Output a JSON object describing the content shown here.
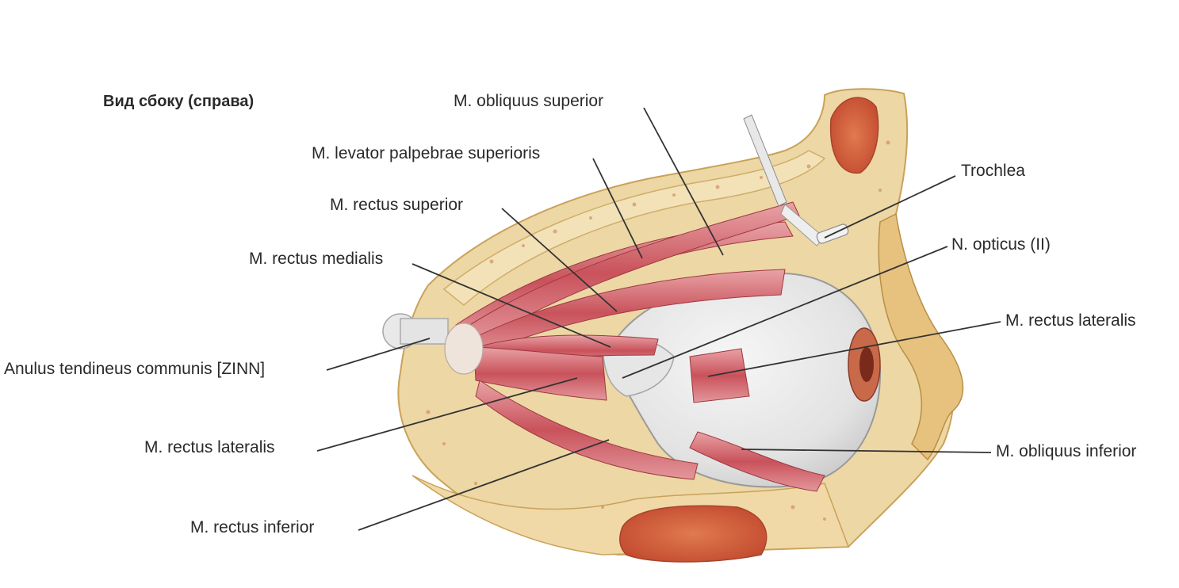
{
  "title": "Вид сбоку (справа)",
  "labels": {
    "obliquus_superior": "M. obliquus superior",
    "levator_palpebrae": "M. levator palpebrae superioris",
    "trochlea": "Trochlea",
    "rectus_superior": "M. rectus superior",
    "n_opticus": "N. opticus (II)",
    "rectus_medialis": "M. rectus medialis",
    "rectus_lateralis_right": "M. rectus lateralis",
    "anulus": "Anulus tendineus communis [ZINN]",
    "rectus_lateralis_left": "M. rectus lateralis",
    "obliquus_inferior": "M. obliquus inferior",
    "rectus_inferior": "M. rectus inferior"
  },
  "colors": {
    "bone": "#e9c98a",
    "bone_dark": "#c9a25a",
    "marrow": "#d9643f",
    "muscle": "#d9848a",
    "muscle_dark": "#b23a42",
    "sclera": "#e4e4e4",
    "text": "#2a2a2a"
  }
}
